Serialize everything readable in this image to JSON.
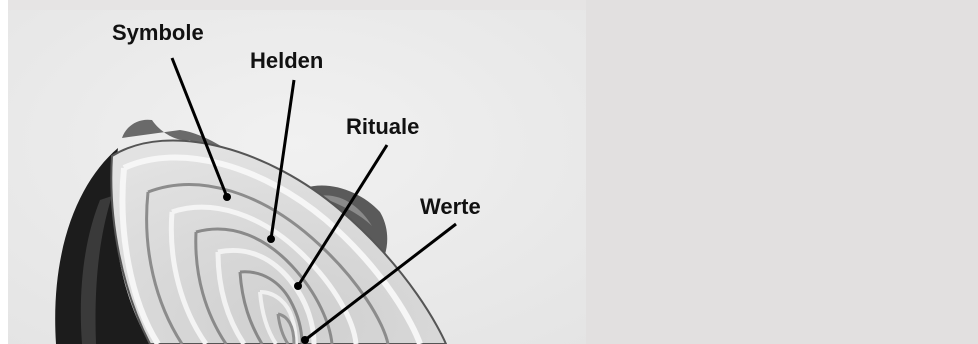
{
  "labels": {
    "symbole": "Symbole",
    "helden": "Helden",
    "rituale": "Rituale",
    "werte": "Werte"
  },
  "colors": {
    "photo_background": "#eeeeee",
    "right_panel": "#e2e0e0",
    "onion_flesh": "#dcdcdc",
    "onion_ring": "#f4f4f4",
    "onion_skin": "#1c1c1c"
  }
}
